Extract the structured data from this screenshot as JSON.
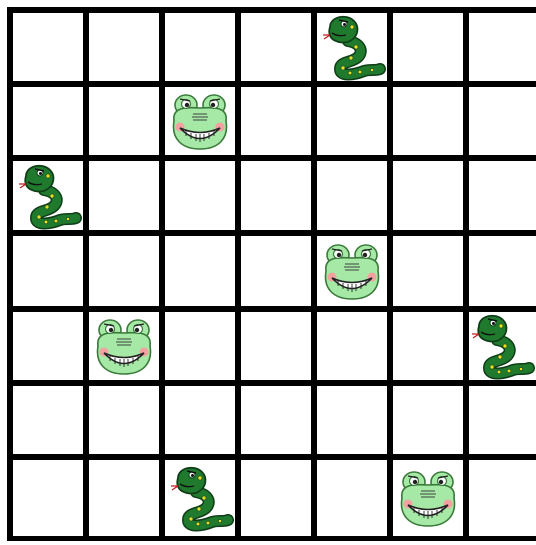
{
  "board": {
    "rows": 7,
    "cols": 7,
    "grid_color": "#000000",
    "cell_color": "#ffffff"
  },
  "pieces": [
    {
      "type": "snake-icon",
      "row": 0,
      "col": 4
    },
    {
      "type": "frog-icon",
      "row": 1,
      "col": 2
    },
    {
      "type": "snake-icon",
      "row": 2,
      "col": 0
    },
    {
      "type": "frog-icon",
      "row": 3,
      "col": 4
    },
    {
      "type": "frog-icon",
      "row": 4,
      "col": 1
    },
    {
      "type": "snake-icon",
      "row": 4,
      "col": 6
    },
    {
      "type": "snake-icon",
      "row": 6,
      "col": 2
    },
    {
      "type": "frog-icon",
      "row": 6,
      "col": 5
    }
  ],
  "colors": {
    "snake_body": "#1f7a2e",
    "snake_spots": "#e8e020",
    "frog_face": "#a6e8a6",
    "frog_outline": "#3a7a3a",
    "frog_cheek": "#f2a0a0"
  }
}
